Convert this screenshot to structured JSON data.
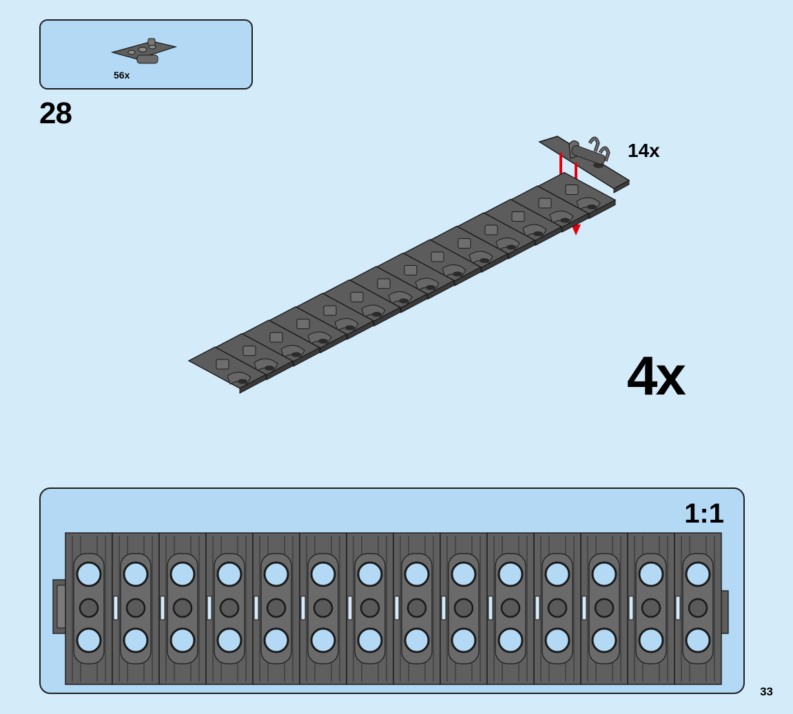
{
  "parts_list": {
    "quantity": "56x",
    "icon": "tread-link-icon"
  },
  "step": {
    "number": "28"
  },
  "subassembly": {
    "quantity": "14x",
    "icon": "tread-link-icon"
  },
  "multiplier": {
    "text": "4x"
  },
  "scale_view": {
    "label": "1:1",
    "link_count": 14
  },
  "page": {
    "number": "33"
  },
  "colors": {
    "background": "#d4ebfa",
    "callout": "#b3d9f4",
    "part_dark_gray": "#5a5a5a",
    "arrow_red": "#e3000b"
  }
}
